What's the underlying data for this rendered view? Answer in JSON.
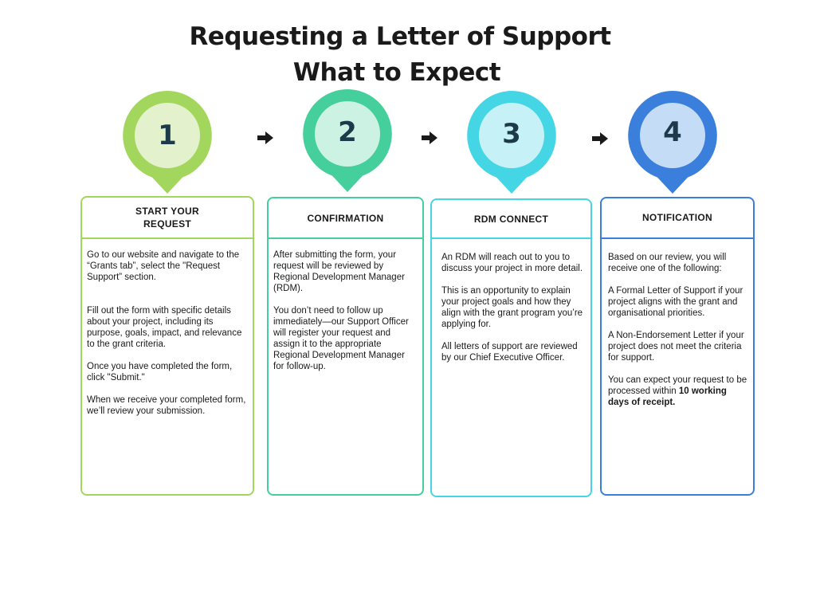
{
  "title_line1": "Requesting a Letter of Support",
  "title_line2": "What to Expect",
  "colors": {
    "step1": "#a3d65c",
    "step1_inner": "#e3f1cc",
    "step2": "#45cf9c",
    "step2_inner": "#cbf2e2",
    "step3": "#45d6e6",
    "step3_inner": "#c6f2f7",
    "step4": "#3a7fdb",
    "step4_inner": "#c5dcf6",
    "arrow": "#1a1a1a"
  },
  "steps": [
    {
      "number": "1",
      "heading_line1": "START YOUR",
      "heading_line2": "REQUEST",
      "paragraphs": [
        "Go to our website and navigate to the  “Grants tab”, select the \"Request Support” section.",
        "Fill out the form with specific details about your project, including its purpose, goals, impact, and relevance to the grant criteria.",
        "Once you have completed the form, click \"Submit.\"",
        "When we receive your completed form, we’ll review your submission."
      ]
    },
    {
      "number": "2",
      "heading_line1": "CONFIRMATION",
      "paragraphs": [
        "After submitting the form, your request will be reviewed by Regional Development Manager (RDM).",
        "You don’t need to follow up immediately—our Support Officer  will register your request and assign it to the appropriate Regional Development Manager for follow-up."
      ]
    },
    {
      "number": "3",
      "heading_line1": "RDM  CONNECT",
      "paragraphs": [
        "An RDM will reach out to you to discuss your project in more detail.",
        "This is an opportunity to explain your project goals and how they align with the grant program you’re applying for.",
        "All letters of support are reviewed  by our Chief Executive Officer."
      ]
    },
    {
      "number": "4",
      "heading_line1": "NOTIFICATION",
      "paragraphs": [
        "Based on our review, you will receive one of the following:",
        "A Formal Letter of Support if your project aligns with the grant and organisational priorities.",
        "A Non-Endorsement Letter if your project does not meet the criteria for support."
      ],
      "final_text": "You can expect your request to be processed within ",
      "final_bold": "10 working days of receipt."
    }
  ]
}
